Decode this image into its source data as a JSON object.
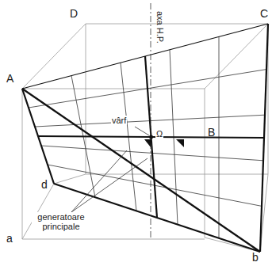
{
  "diagram": {
    "labels": [
      "D",
      "C",
      "A",
      "B",
      "d",
      "a",
      "b",
      "axa H.P.",
      "vârf",
      "Ω",
      "generatoare principale"
    ]
  }
}
